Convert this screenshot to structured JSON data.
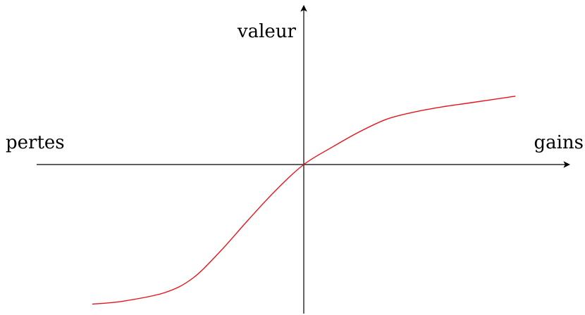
{
  "chart_data": {
    "type": "line",
    "title": "",
    "xlabel_left": "pertes",
    "xlabel_right": "gains",
    "ylabel": "valeur",
    "xlim": [
      -9.5,
      9.5
    ],
    "ylim": [
      -5.2,
      5.8
    ],
    "grid": false,
    "series": [
      {
        "values": [
          {
            "x": -7.6,
            "y": -4.9
          },
          {
            "x": -6.5,
            "y": -4.8
          },
          {
            "x": -5.0,
            "y": -4.5
          },
          {
            "x": -4.0,
            "y": -4.0
          },
          {
            "x": -3.0,
            "y": -3.05
          },
          {
            "x": -2.0,
            "y": -1.95
          },
          {
            "x": -1.0,
            "y": -0.9
          },
          {
            "x": 0.0,
            "y": 0.0
          },
          {
            "x": 1.0,
            "y": 0.6
          },
          {
            "x": 2.0,
            "y": 1.15
          },
          {
            "x": 3.0,
            "y": 1.6
          },
          {
            "x": 4.0,
            "y": 1.85
          },
          {
            "x": 5.0,
            "y": 2.03
          },
          {
            "x": 6.0,
            "y": 2.17
          },
          {
            "x": 7.6,
            "y": 2.4
          }
        ]
      }
    ]
  },
  "colors": {
    "axis": "#000000",
    "curve": "#e8141a"
  }
}
